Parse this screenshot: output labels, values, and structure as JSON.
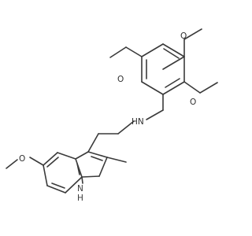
{
  "molecule": {
    "atoms": {
      "o_top": "O",
      "o_upper_left": "O",
      "o_right": "O",
      "nh_amine": "HN",
      "o_lower_left": "O",
      "nh_indole_n": "N",
      "nh_indole_h": "H"
    },
    "colors": {
      "bond": "#3a3a3a",
      "text": "#2f2f2f",
      "background": "#ffffff"
    }
  }
}
